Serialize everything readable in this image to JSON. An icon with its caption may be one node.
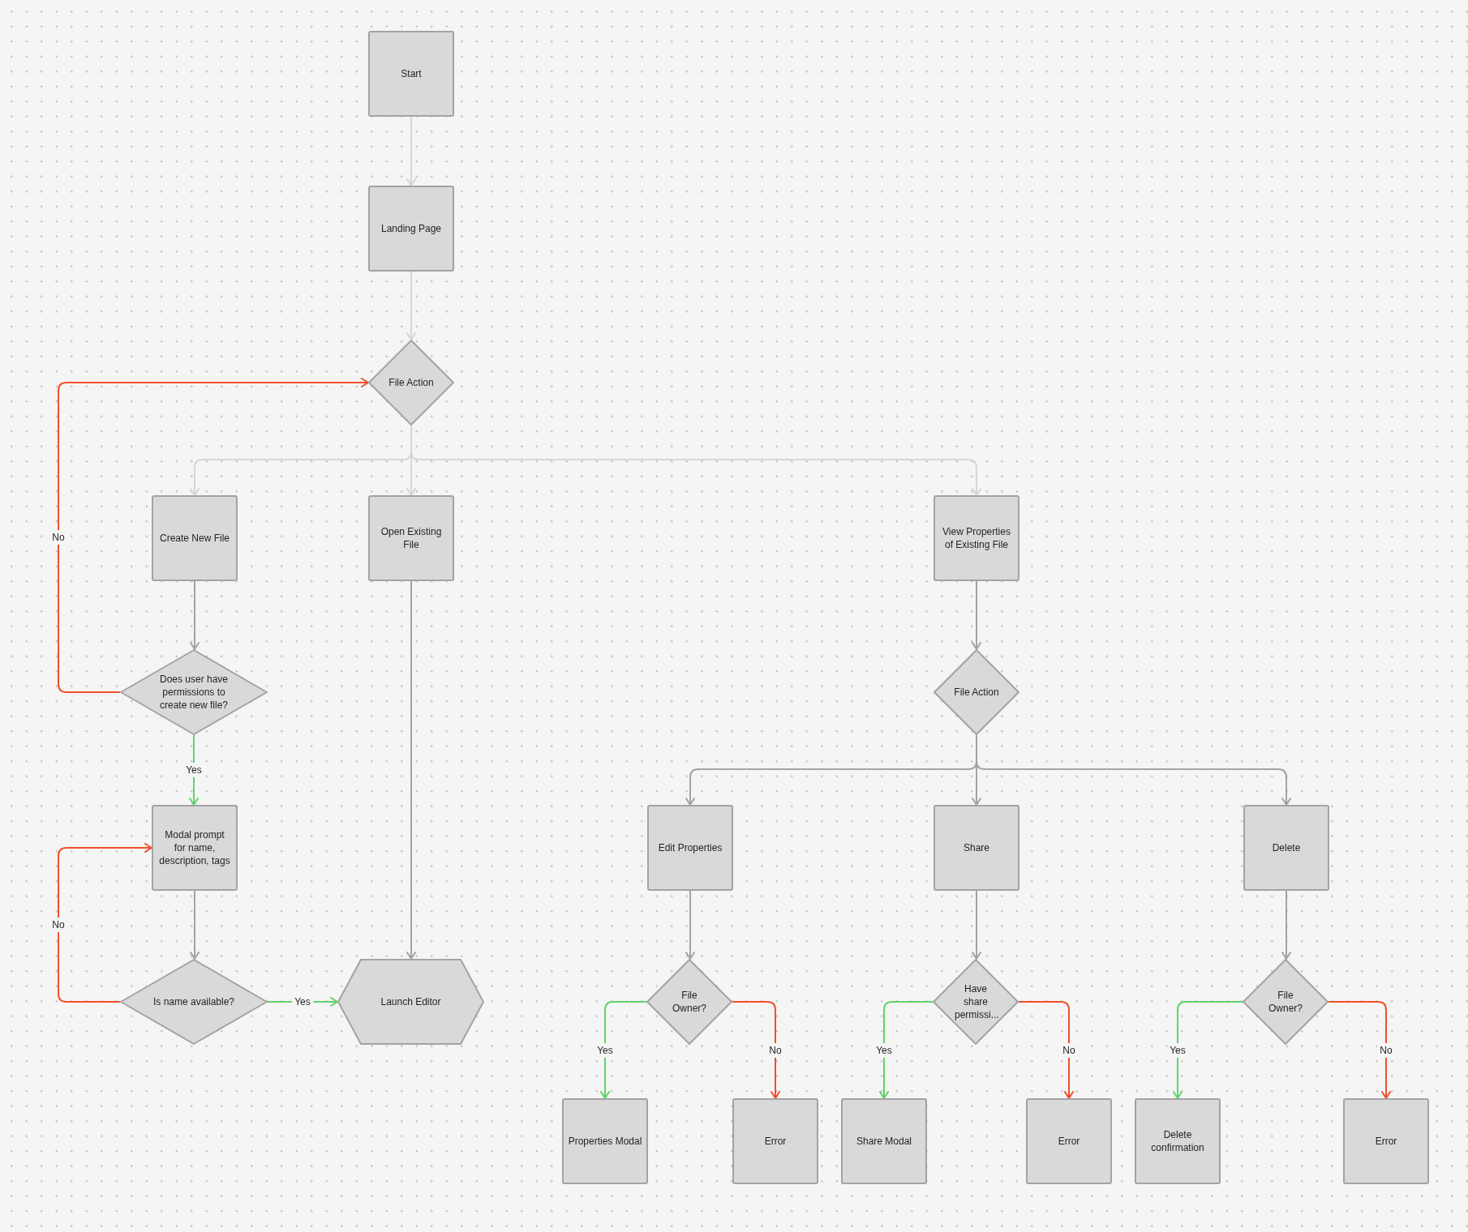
{
  "diagram": {
    "nodes": [
      {
        "text": [
          "Start"
        ]
      },
      {
        "text": [
          "Landing Page"
        ]
      },
      {
        "text": [
          "File Action"
        ]
      },
      {
        "text": [
          "Create New File"
        ]
      },
      {
        "text": [
          "Open Existing File"
        ]
      },
      {
        "text": [
          "View Properties of Existing File"
        ]
      },
      {
        "text": [
          "Does user have permissions to create new file?"
        ]
      },
      {
        "text": [
          "File Action"
        ]
      },
      {
        "text": [
          "Modal prompt for name, description, tags"
        ]
      },
      {
        "text": [
          "Edit Properties"
        ]
      },
      {
        "text": [
          "Share"
        ]
      },
      {
        "text": [
          "Delete"
        ]
      },
      {
        "text": [
          "Is name available?"
        ]
      },
      {
        "text": [
          "Launch Editor"
        ]
      },
      {
        "text": [
          "File Owner?"
        ]
      },
      {
        "text": [
          "Have share permissi..."
        ]
      },
      {
        "text": [
          "File Owner?"
        ]
      },
      {
        "text": [
          "Properties Modal"
        ]
      },
      {
        "text": [
          "Error"
        ]
      },
      {
        "text": [
          "Share Modal"
        ]
      },
      {
        "text": [
          "Error"
        ]
      },
      {
        "text": [
          "Delete confirmation"
        ]
      },
      {
        "text": [
          "Error"
        ]
      }
    ],
    "edges": [
      {
        "from": 0,
        "to": 1,
        "arrow": "to",
        "color": "#d6d6d6"
      },
      {
        "from": 1,
        "to": 2,
        "arrow": "to",
        "color": "#d6d6d6"
      },
      {
        "from": 2,
        "to": 3,
        "arrow": "to",
        "color": "#d6d6d6"
      },
      {
        "from": 2,
        "to": 4,
        "arrow": "to",
        "color": "#d6d6d6"
      },
      {
        "from": 2,
        "to": 5,
        "arrow": "to",
        "color": "#d6d6d6"
      },
      {
        "from": 3,
        "to": 6,
        "arrow": "to"
      },
      {
        "from": 6,
        "to": 2,
        "arrow": "to",
        "label": "No",
        "color": "#f0502a"
      },
      {
        "from": 6,
        "to": 8,
        "arrow": "to",
        "label": "Yes",
        "color": "#5fd36a"
      },
      {
        "from": 8,
        "to": 12,
        "arrow": "to"
      },
      {
        "from": 12,
        "to": 8,
        "arrow": "to",
        "label": "No",
        "color": "#f0502a"
      },
      {
        "from": 12,
        "to": 13,
        "arrow": "to",
        "label": "Yes",
        "color": "#5fd36a"
      },
      {
        "from": 4,
        "to": 13,
        "arrow": "to"
      },
      {
        "from": 5,
        "to": 7,
        "arrow": "to"
      },
      {
        "from": 7,
        "to": 9,
        "arrow": "to"
      },
      {
        "from": 7,
        "to": 10,
        "arrow": "to"
      },
      {
        "from": 7,
        "to": 11,
        "arrow": "to"
      },
      {
        "from": 9,
        "to": 14,
        "arrow": "to"
      },
      {
        "from": 10,
        "to": 15,
        "arrow": "to"
      },
      {
        "from": 11,
        "to": 16,
        "arrow": "to"
      },
      {
        "from": 14,
        "to": 17,
        "arrow": "to",
        "label": "Yes",
        "color": "#5fd36a"
      },
      {
        "from": 14,
        "to": 18,
        "arrow": "to",
        "label": "No",
        "color": "#f0502a"
      },
      {
        "from": 15,
        "to": 19,
        "arrow": "to",
        "label": "Yes",
        "color": "#5fd36a"
      },
      {
        "from": 15,
        "to": 20,
        "arrow": "to",
        "label": "No",
        "color": "#f0502a"
      },
      {
        "from": 16,
        "to": 21,
        "arrow": "to",
        "label": "Yes",
        "color": "#5fd36a"
      },
      {
        "from": 16,
        "to": 22,
        "arrow": "to",
        "label": "No",
        "color": "#f0502a"
      }
    ]
  }
}
